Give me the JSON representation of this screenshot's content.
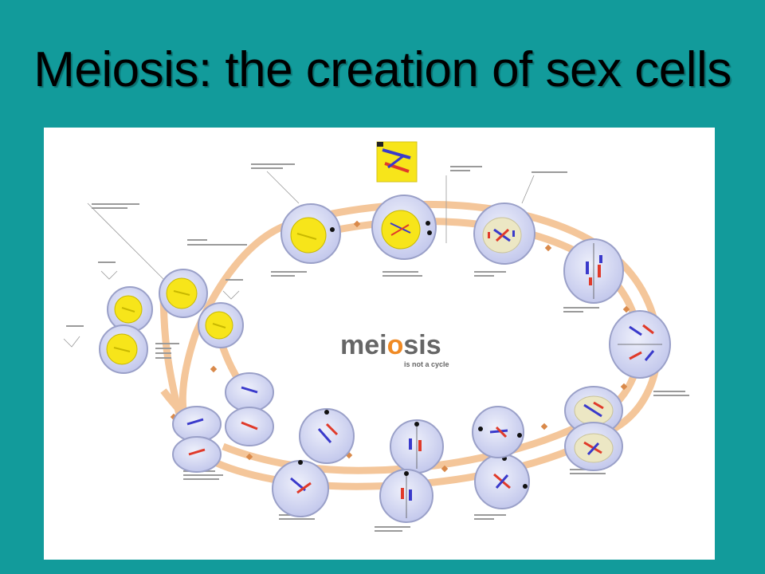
{
  "slide": {
    "title": "Meiosis: the creation of sex cells"
  },
  "figure": {
    "center_title_pre": "mei",
    "center_title_dot": "o",
    "center_title_post": "sis",
    "center_subtitle": "is not a cycle",
    "colors": {
      "background": "#129b9b",
      "path": "#f4c69a",
      "cell": "#d9dcf5",
      "nucleus": "#ece7c4",
      "yellow": "#f7e51a",
      "chrom_red": "#e03a2a",
      "chrom_blue": "#3a3acb",
      "accent_orange": "#f08a24"
    }
  }
}
